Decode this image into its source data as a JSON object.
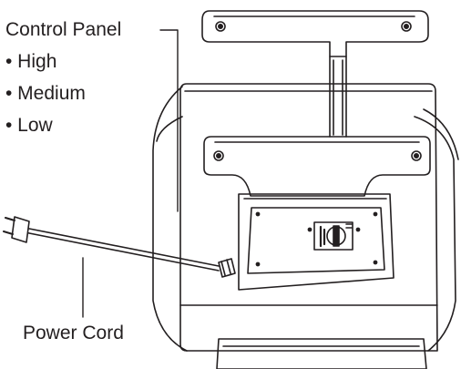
{
  "labels": {
    "control_panel": "Control Panel",
    "settings": [
      "• High",
      "• Medium",
      "• Low"
    ],
    "power_cord": "Power Cord"
  }
}
